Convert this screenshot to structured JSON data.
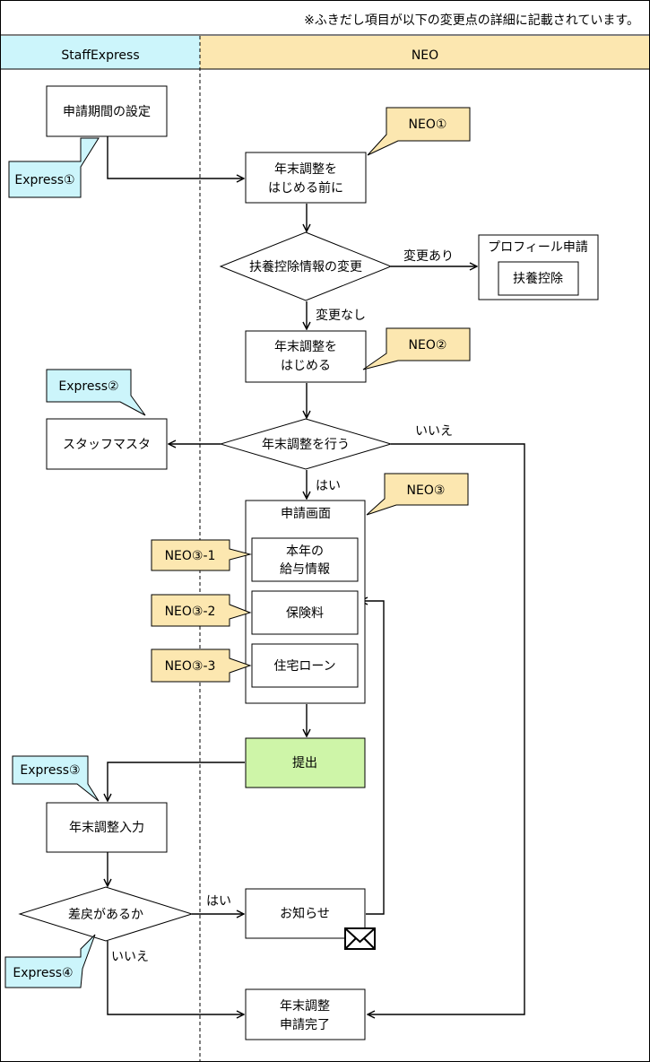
{
  "header": {
    "note": "※ふきだし項目が以下の変更点の詳細に記載されています。"
  },
  "lanes": {
    "left": "StaffExpress",
    "right": "NEO"
  },
  "nodes": {
    "set_period": "申請期間の設定",
    "before_start": [
      "年末調整を",
      "はじめる前に"
    ],
    "dependent_change": "扶養控除情報の変更",
    "profile_request": "プロフィール申請",
    "dependent_deduction": "扶養控除",
    "start_adjustment": [
      "年末調整を",
      "はじめる"
    ],
    "perform_adjustment": "年末調整を行う",
    "staff_master": "スタッフマスタ",
    "application_screen": "申請画面",
    "salary_info": [
      "本年の",
      "給与情報"
    ],
    "insurance": "保険料",
    "housing_loan": "住宅ローン",
    "submit": "提出",
    "input_adjustment": "年末調整入力",
    "has_return": "差戻があるか",
    "notice": "お知らせ",
    "complete": [
      "年末調整",
      "申請完了"
    ]
  },
  "edge_labels": {
    "changed": "変更あり",
    "not_changed": "変更なし",
    "no_1": "いいえ",
    "yes_1": "はい",
    "yes_2": "はい",
    "no_2": "いいえ"
  },
  "callouts": {
    "express1": "Express①",
    "express2": "Express②",
    "express3": "Express③",
    "express4": "Express④",
    "neo1": "NEO①",
    "neo2": "NEO②",
    "neo3": "NEO③",
    "neo3_1": "NEO③-1",
    "neo3_2": "NEO③-2",
    "neo3_3": "NEO③-3"
  },
  "colors": {
    "lane_left_fill": "#ccf5fb",
    "lane_right_fill": "#fce7b0",
    "callout_express_fill": "#ccf5fb",
    "callout_neo_fill": "#fce7b0",
    "submit_fill": "#cef5a8",
    "line": "#000000"
  },
  "icons": {
    "mail": "mail-envelope-icon"
  }
}
